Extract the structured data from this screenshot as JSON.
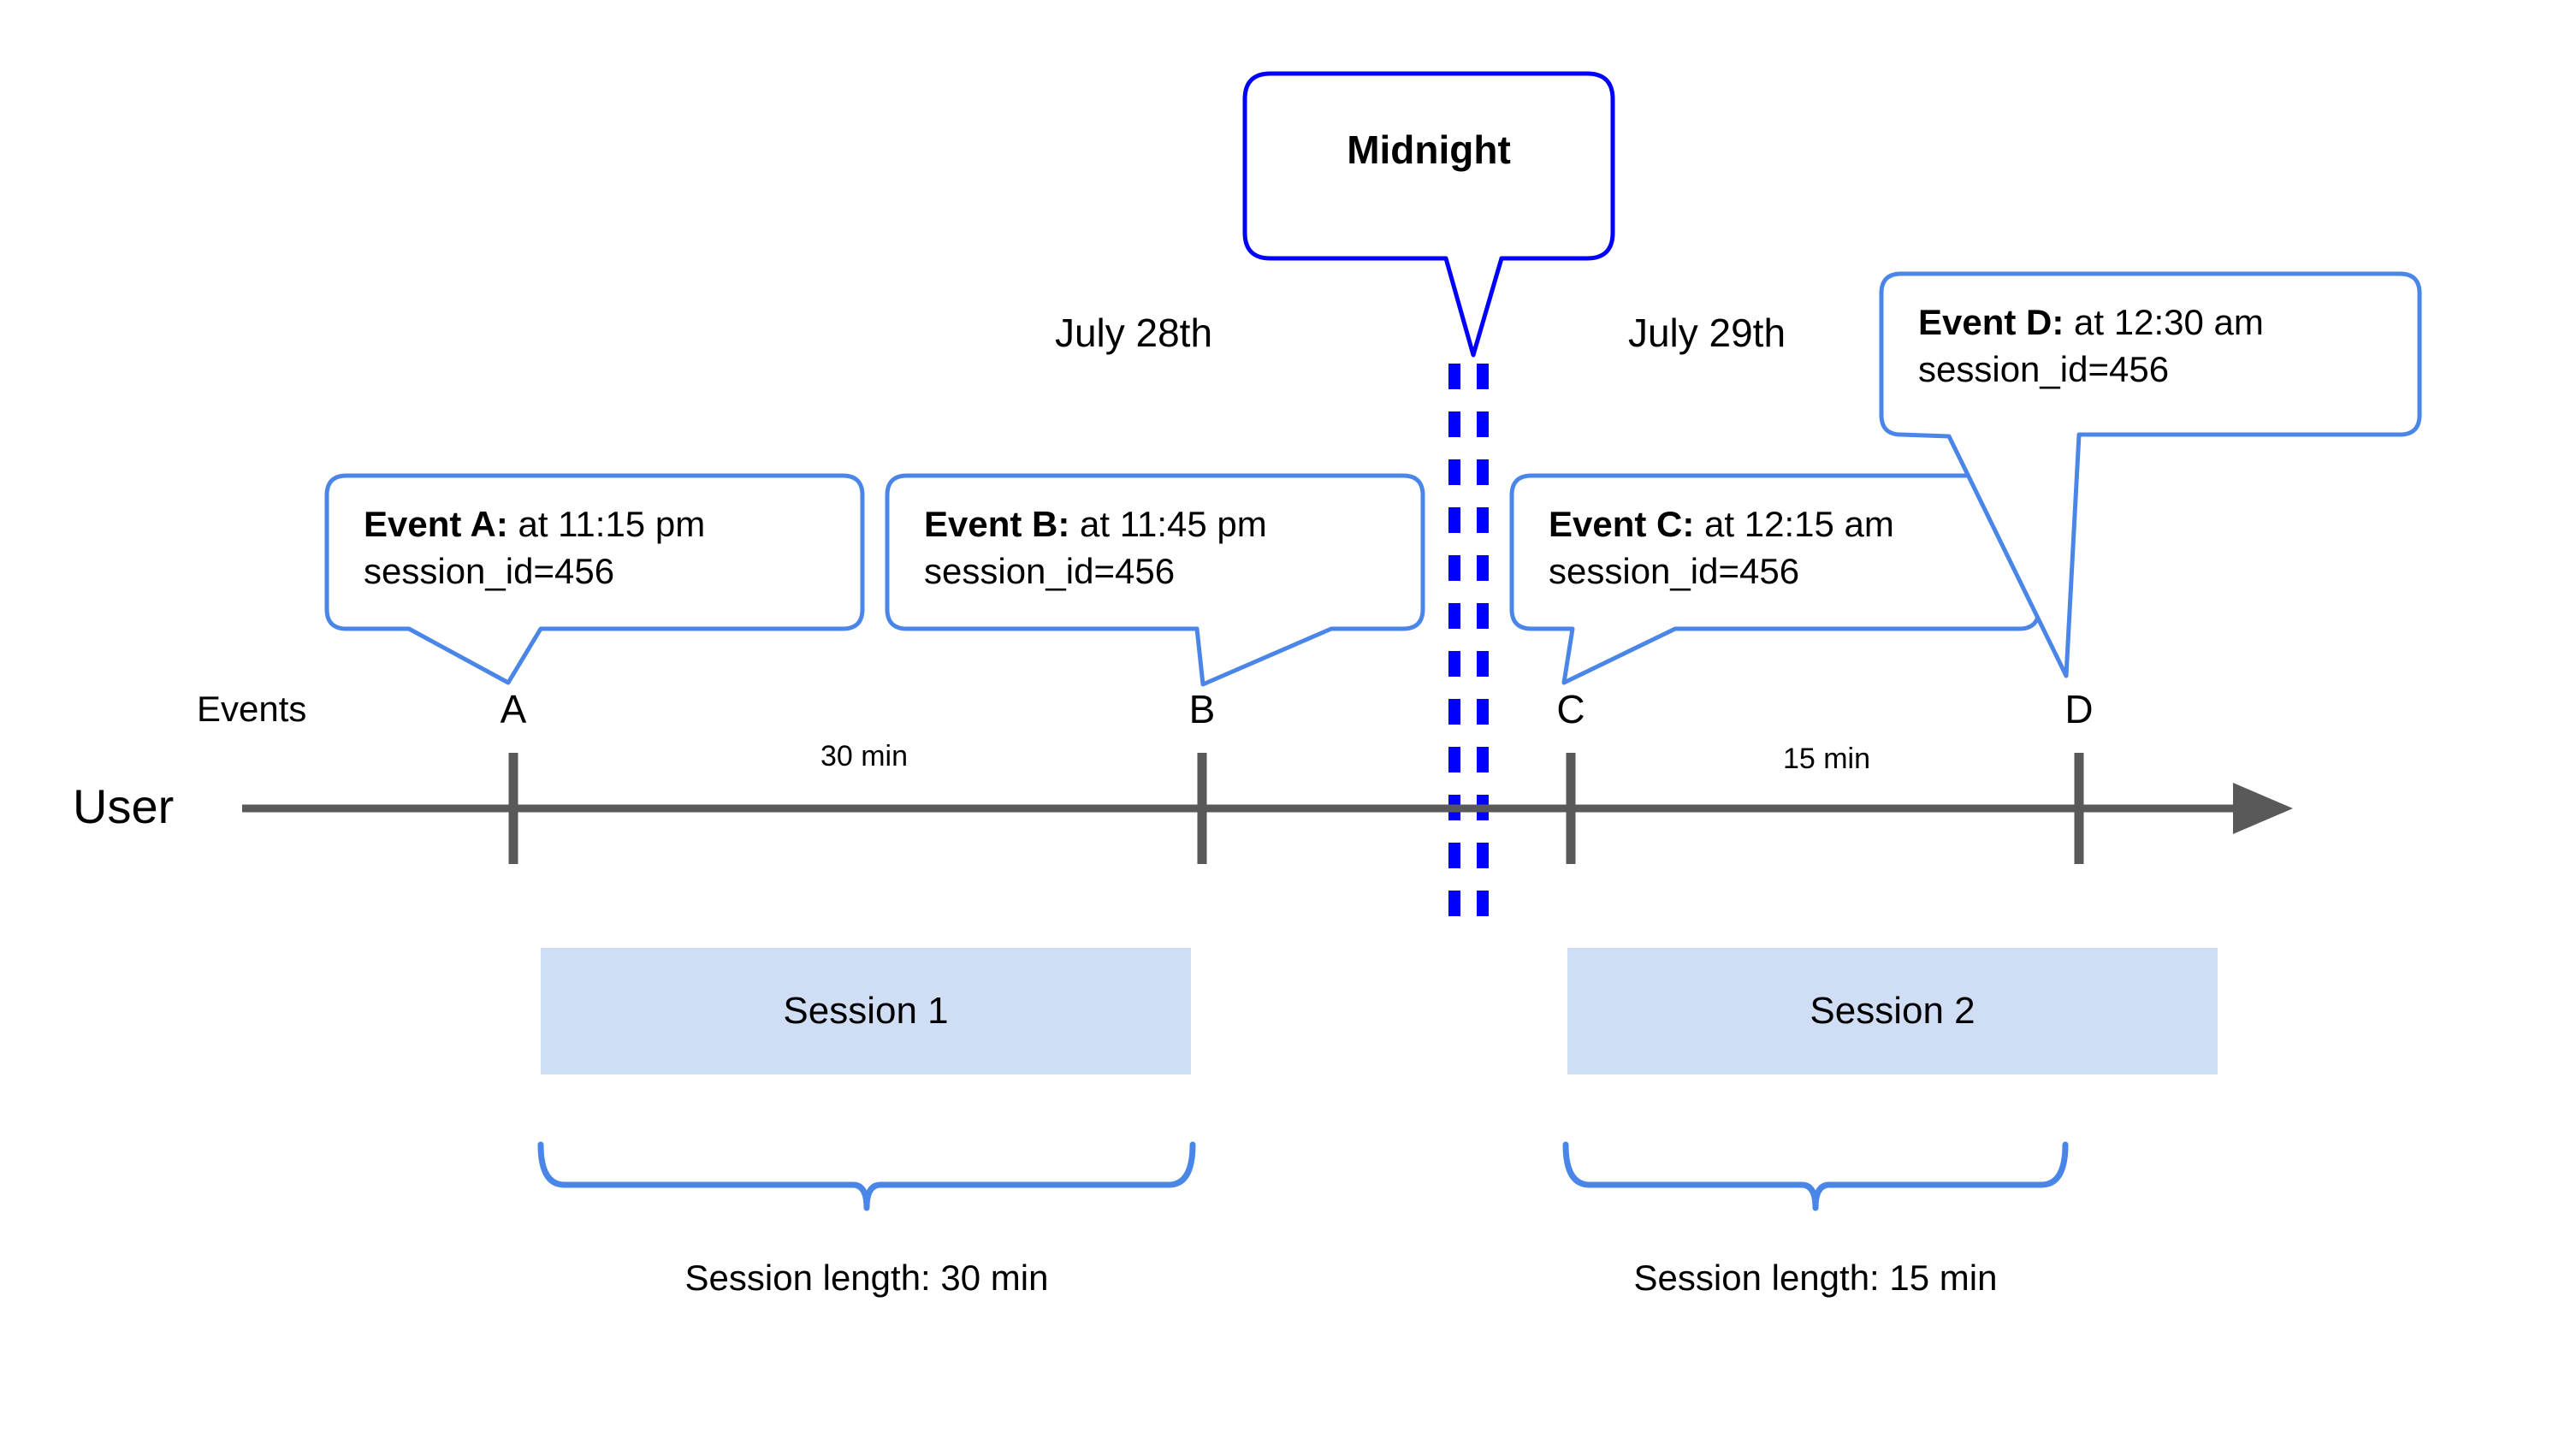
{
  "diagram": {
    "title_callout": {
      "label": "Midnight"
    },
    "day_labels": [
      {
        "label": "July 28th"
      },
      {
        "label": "July 29th"
      }
    ],
    "row_labels": {
      "events": "Events",
      "user": "User"
    },
    "events": [
      {
        "tick": "A",
        "callout_bold": "Event A:",
        "callout_rest": " at 11:15 pm",
        "callout_line2": "session_id=456"
      },
      {
        "tick": "B",
        "callout_bold": "Event B:",
        "callout_rest": " at 11:45 pm",
        "callout_line2": "session_id=456"
      },
      {
        "tick": "C",
        "callout_bold": "Event C:",
        "callout_rest": " at 12:15 am",
        "callout_line2": "session_id=456"
      },
      {
        "tick": "D",
        "callout_bold": "Event D:",
        "callout_rest": " at 12:30 am",
        "callout_line2": "session_id=456"
      }
    ],
    "gaps": [
      {
        "label": "30 min"
      },
      {
        "label": "15 min"
      }
    ],
    "sessions": [
      {
        "name": "Session 1",
        "length_label": "Session length: 30 min"
      },
      {
        "name": "Session 2",
        "length_label": "Session length: 15 min"
      }
    ],
    "colors": {
      "callout_border": "#4A86E8",
      "midnight_border": "#0000FF",
      "midnight_dash": "#0000FF",
      "axis": "#595959",
      "session_fill": "#CFDDF5",
      "brace": "#4A86E8",
      "text": "#000000",
      "background": "#FFFFFF"
    }
  }
}
